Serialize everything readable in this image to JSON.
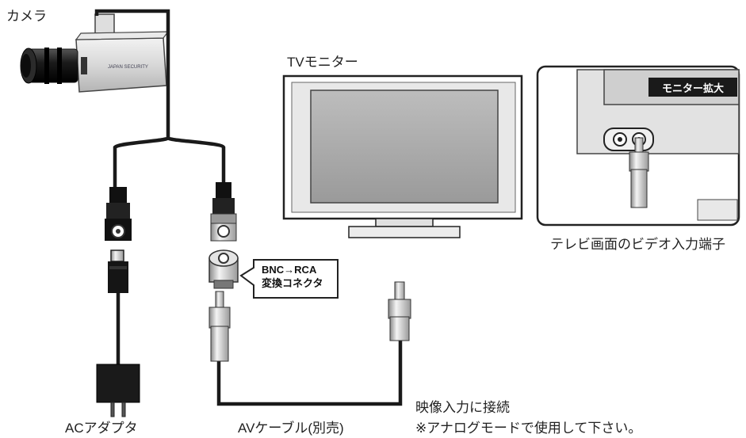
{
  "labels": {
    "camera": "カメラ",
    "tv_monitor": "TVモニター",
    "monitor_zoom": "モニター拡大",
    "tv_input_terminal": "テレビ画面のビデオ入力端子",
    "adapter_line1": "BNC→RCA",
    "adapter_line2": "変換コネクタ",
    "ac_adapter": "ACアダプタ",
    "av_cable": "AVケーブル(別売)",
    "connect_line1": "映像入力に接続",
    "connect_line2": "※アナログモードで使用して下さい。"
  }
}
